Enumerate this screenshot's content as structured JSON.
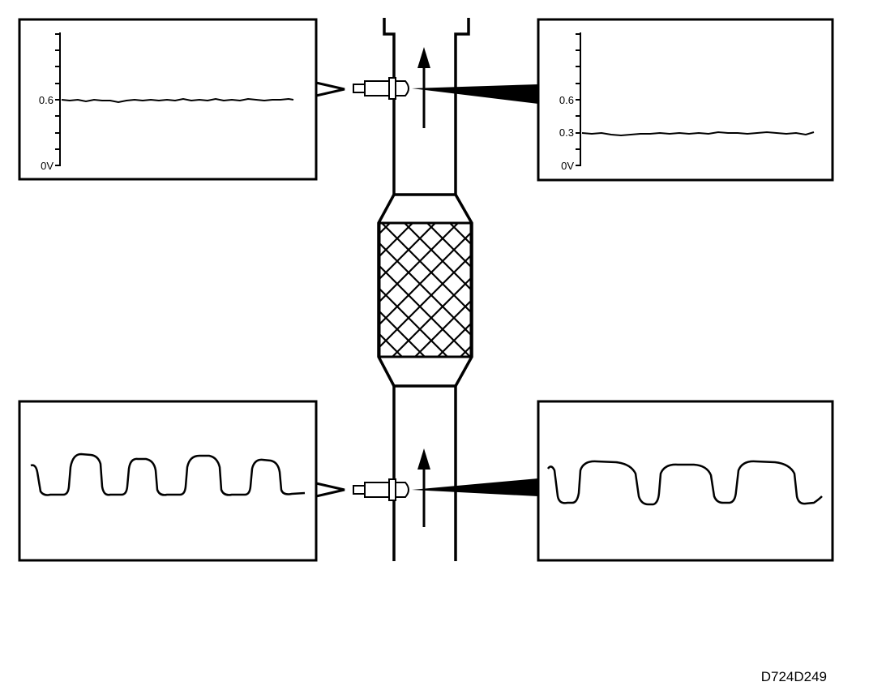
{
  "panels": {
    "upstream_steady": {
      "y_ticks": [
        "0.6",
        "0V"
      ]
    },
    "downstream_steady": {
      "y_ticks": [
        "0.6",
        "0.3",
        "0V"
      ]
    }
  },
  "figure_code": "D724D249"
}
